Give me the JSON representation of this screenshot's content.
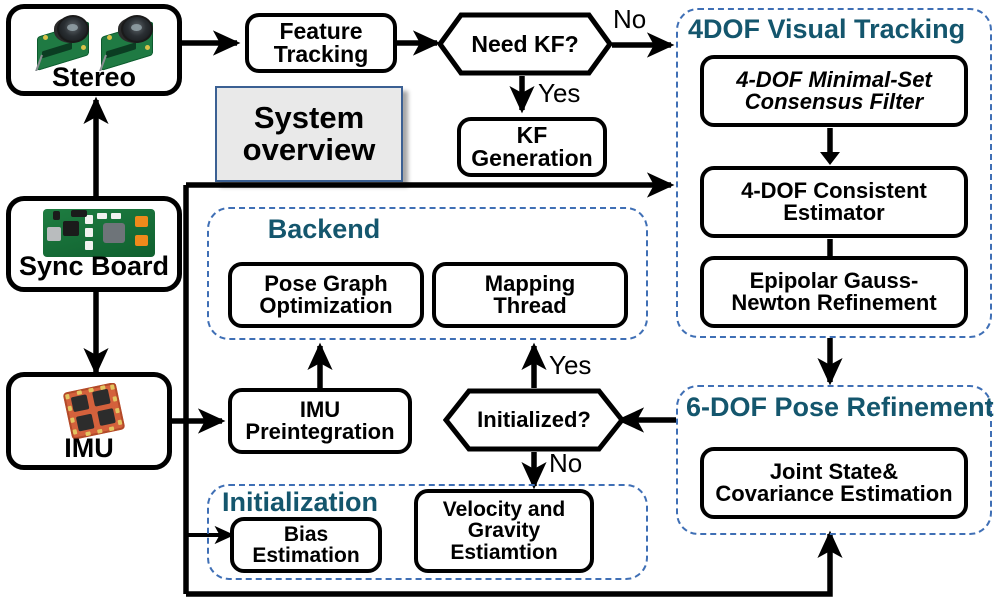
{
  "figure": {
    "overview_caption": "System\noverview",
    "overview_line1": "System",
    "overview_line2": "overview",
    "accent_teal": "#14566d",
    "dashed_blue": "#3f6fb5",
    "overview_bg": "#e9e9e9",
    "overview_border": "#3b6093"
  },
  "sensors": [
    {
      "id": "stereo",
      "label": "Stereo",
      "icon": "stereo-camera-photo"
    },
    {
      "id": "sync_board",
      "label": "Sync Board",
      "icon": "sync-board-photo"
    },
    {
      "id": "imu",
      "label": "IMU",
      "icon": "imu-chip-photo"
    }
  ],
  "frontend": {
    "feature_tracking": "Feature\nTracking",
    "feature_tracking_l1": "Feature",
    "feature_tracking_l2": "Tracking",
    "need_kf": "Need KF?",
    "kf_generation_l1": "KF",
    "kf_generation_l2": "Generation"
  },
  "groups": {
    "visual_tracking": {
      "title": "4DOF Visual Tracking",
      "blocks": [
        {
          "l1": "4-DOF Minimal-Set",
          "l2": "Consensus Filter",
          "style": "italic"
        },
        {
          "l1": "4-DOF Consistent",
          "l2": "Estimator",
          "style": "normal"
        },
        {
          "l1": "Epipolar Gauss-",
          "l2": "Newton Refinement",
          "style": "normal"
        }
      ]
    },
    "pose_refinement": {
      "title": "6-DOF Pose Refinement",
      "blocks": [
        {
          "l1": "Joint State&",
          "l2": "Covariance Estimation",
          "style": "normal"
        }
      ]
    },
    "backend": {
      "title": "Backend",
      "blocks": [
        {
          "l1": "Pose Graph",
          "l2": "Optimization",
          "style": "normal"
        },
        {
          "l1": "Mapping",
          "l2": "Thread",
          "style": "normal"
        }
      ]
    },
    "initialization": {
      "title": "Initialization",
      "blocks": [
        {
          "l1": "Bias",
          "l2": "Estimation",
          "l3": "",
          "style": "normal"
        },
        {
          "l1": "Velocity and",
          "l2": "Gravity",
          "l3": "Estiamtion",
          "style": "normal"
        }
      ]
    }
  },
  "imu_branch": {
    "preintegration_l1": "IMU",
    "preintegration_l2": "Preintegration",
    "initialized": "Initialized?"
  },
  "edge_labels": [
    {
      "id": "need-kf-no",
      "text": "No"
    },
    {
      "id": "need-kf-yes",
      "text": "Yes"
    },
    {
      "id": "initialized-yes",
      "text": "Yes"
    },
    {
      "id": "initialized-no",
      "text": "No"
    }
  ]
}
